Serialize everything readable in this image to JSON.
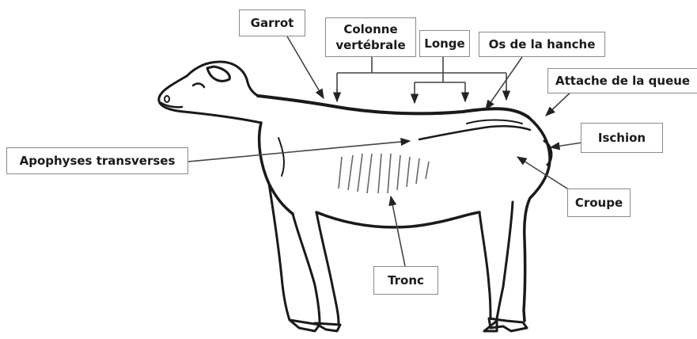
{
  "diagram": {
    "labels": {
      "garrot": "Garrot",
      "colonne": "Colonne vertébrale",
      "longe": "Longe",
      "os_hanche": "Os de la hanche",
      "attache_queue": "Attache de la queue",
      "ischion": "Ischion",
      "apophyses": "Apophyses transverses",
      "croupe": "Croupe",
      "tronc": "Tronc"
    },
    "colors": {
      "outline": "#1a1a1a",
      "box_border": "#8a8a8a",
      "leader_line": "#444444"
    }
  }
}
